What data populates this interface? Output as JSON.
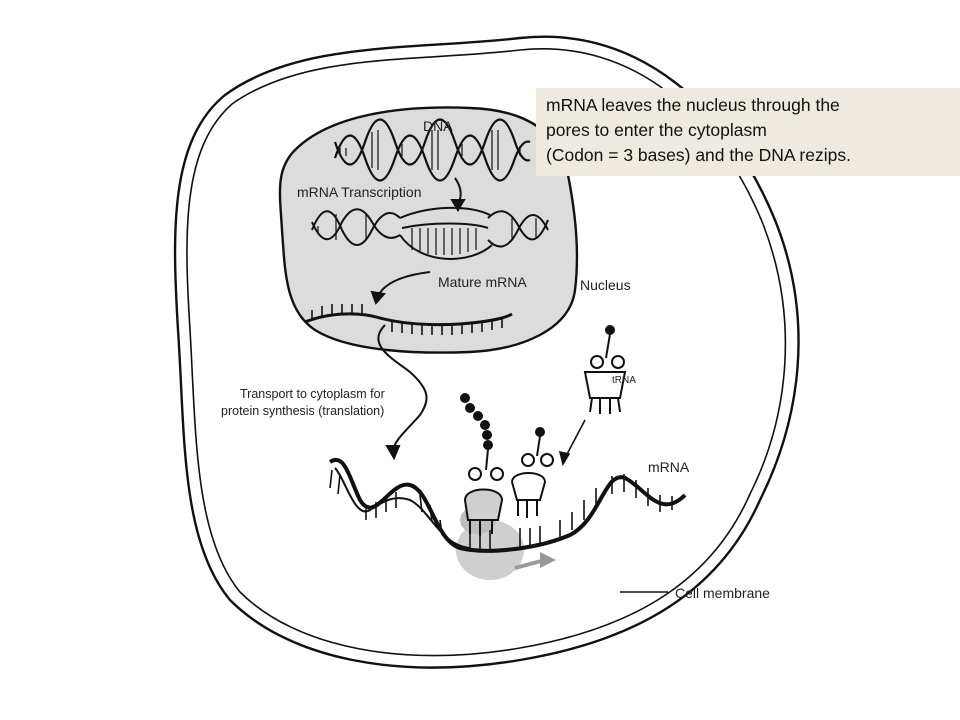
{
  "callout": {
    "lines": [
      "mRNA leaves the nucleus through the",
      "pores to enter the cytoplasm",
      "(Codon = 3 bases) and the DNA rezips."
    ]
  },
  "labels": {
    "dna": "DNA",
    "transcription": "mRNA Transcription",
    "mature_mrna": "Mature mRNA",
    "nucleus": "Nucleus",
    "transport_line1": "Transport to cytoplasm for",
    "transport_line2": "protein synthesis (translation)",
    "trna": "tRNA",
    "mrna": "mRNA",
    "cell_membrane": "Cell membrane"
  }
}
